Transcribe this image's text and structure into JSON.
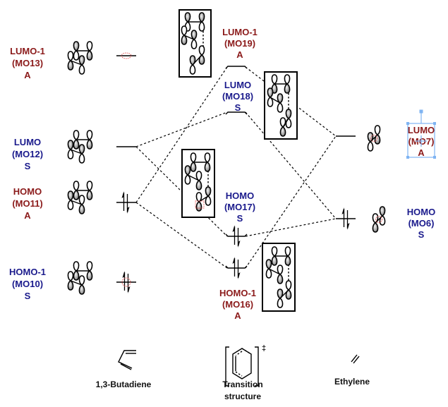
{
  "colors": {
    "symmetric": "#1a1a8c",
    "antisymmetric": "#8b1a1a",
    "line": "#000000",
    "selection": "#7fb4f2"
  },
  "butadiene": {
    "caption": "1,3-Butadiene",
    "orbitals": [
      {
        "name": "LUMO-1",
        "mo": "(MO13)",
        "sym": "A",
        "occupied": false
      },
      {
        "name": "LUMO",
        "mo": "(MO12)",
        "sym": "S",
        "occupied": false
      },
      {
        "name": "HOMO",
        "mo": "(MO11)",
        "sym": "A",
        "occupied": true
      },
      {
        "name": "HOMO-1",
        "mo": "(MO10)",
        "sym": "S",
        "occupied": true
      }
    ]
  },
  "transition": {
    "caption_line1": "Transition",
    "caption_line2": "structure",
    "dagger": "‡",
    "orbitals": [
      {
        "name": "LUMO-1",
        "mo": "(MO19)",
        "sym": "A",
        "occupied": false
      },
      {
        "name": "LUMO",
        "mo": "(MO18)",
        "sym": "S",
        "occupied": false
      },
      {
        "name": "HOMO",
        "mo": "(MO17)",
        "sym": "S",
        "occupied": true
      },
      {
        "name": "HOMO-1",
        "mo": "(MO16)",
        "sym": "A",
        "occupied": true
      }
    ]
  },
  "ethylene": {
    "caption": "Ethylene",
    "orbitals": [
      {
        "name": "LUMO",
        "mo": "(MO7)",
        "sym": "A",
        "occupied": false,
        "selected": true
      },
      {
        "name": "HOMO",
        "mo": "(MO6)",
        "sym": "S",
        "occupied": true
      }
    ]
  },
  "icons": {
    "electron_pair": "up-down-arrows",
    "orbital_lobes": "p-orbital-dumbbell",
    "transition_bracket": "double-dagger"
  }
}
